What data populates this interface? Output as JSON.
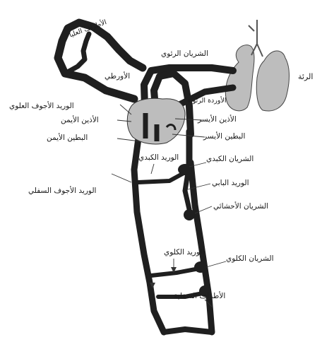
{
  "labels": {
    "lung": "الرئة",
    "pulmonary_artery": "الشريان الرئوي",
    "upper_limbs": "الأطراف العليا",
    "aorta": "الأورطي",
    "pulmonary_veins": "الأوردة الرئوية",
    "superior_vena_cava": "الوريد الأجوف العلوي",
    "right_atrium": "الأذين الأيمن",
    "left_atrium": "الأذين الأيسر",
    "right_ventricle": "البطين الأيمن",
    "left_ventricle": "البطين الأيسر",
    "hepatic_vein": "الوريد الكبدي",
    "hepatic_artery": "الشريان الكبدي",
    "inferior_vena_cava": "الوريد الأجوف السفلي",
    "portal_vein": "الوريد البابي",
    "mesenteric_artery": "الشريان الأحشائي",
    "renal_vein": "الوريد الكلوي",
    "renal_artery": "الشريان الكلوي",
    "lower_limbs": "الأطراف السفلية"
  }
}
